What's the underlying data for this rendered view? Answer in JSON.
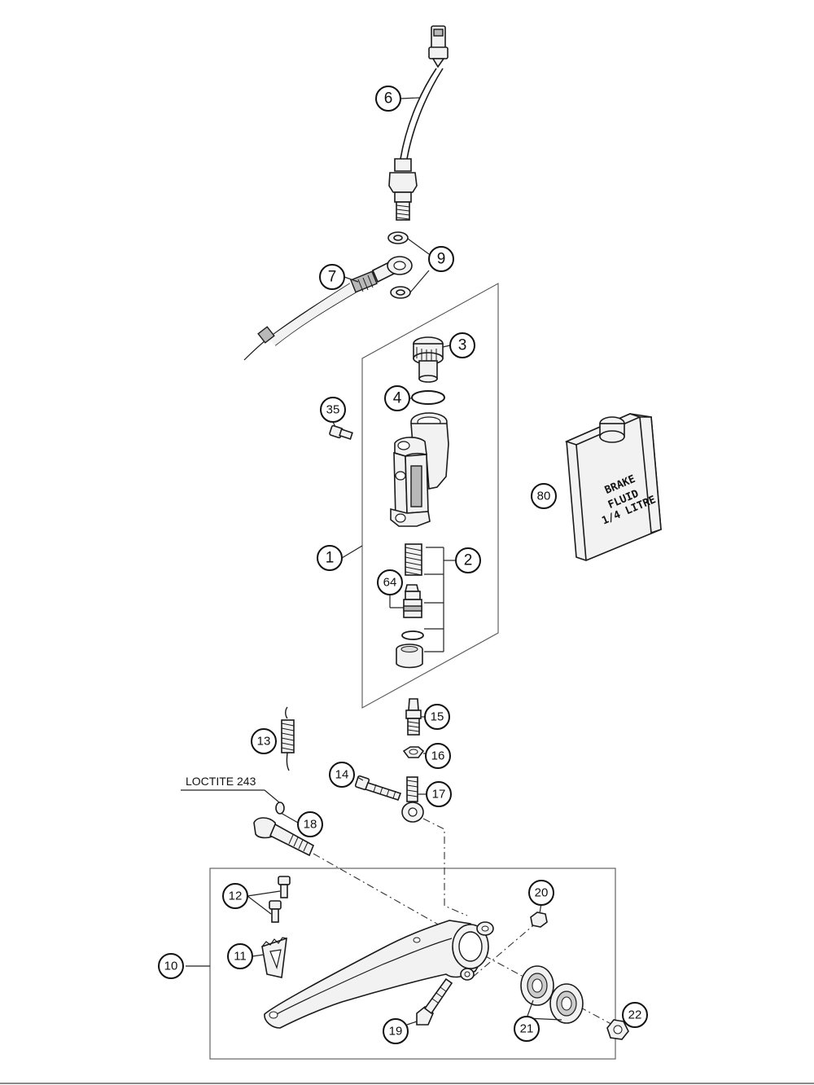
{
  "callouts": [
    {
      "id": "6",
      "label": "6"
    },
    {
      "id": "9",
      "label": "9"
    },
    {
      "id": "7",
      "label": "7"
    },
    {
      "id": "3",
      "label": "3"
    },
    {
      "id": "4",
      "label": "4"
    },
    {
      "id": "35",
      "label": "35"
    },
    {
      "id": "80",
      "label": "80"
    },
    {
      "id": "1",
      "label": "1"
    },
    {
      "id": "2",
      "label": "2"
    },
    {
      "id": "64",
      "label": "64"
    },
    {
      "id": "15",
      "label": "15"
    },
    {
      "id": "13",
      "label": "13"
    },
    {
      "id": "16",
      "label": "16"
    },
    {
      "id": "14",
      "label": "14"
    },
    {
      "id": "17",
      "label": "17"
    },
    {
      "id": "18",
      "label": "18"
    },
    {
      "id": "20",
      "label": "20"
    },
    {
      "id": "12",
      "label": "12"
    },
    {
      "id": "10",
      "label": "10"
    },
    {
      "id": "11",
      "label": "11"
    },
    {
      "id": "21",
      "label": "21"
    },
    {
      "id": "22",
      "label": "22"
    },
    {
      "id": "19",
      "label": "19"
    }
  ],
  "annotations": {
    "loctite": "LOCTITE 243"
  },
  "can_label": {
    "line1": "BRAKE",
    "line2": "FLUID",
    "line3": "1/4 LITRE"
  }
}
